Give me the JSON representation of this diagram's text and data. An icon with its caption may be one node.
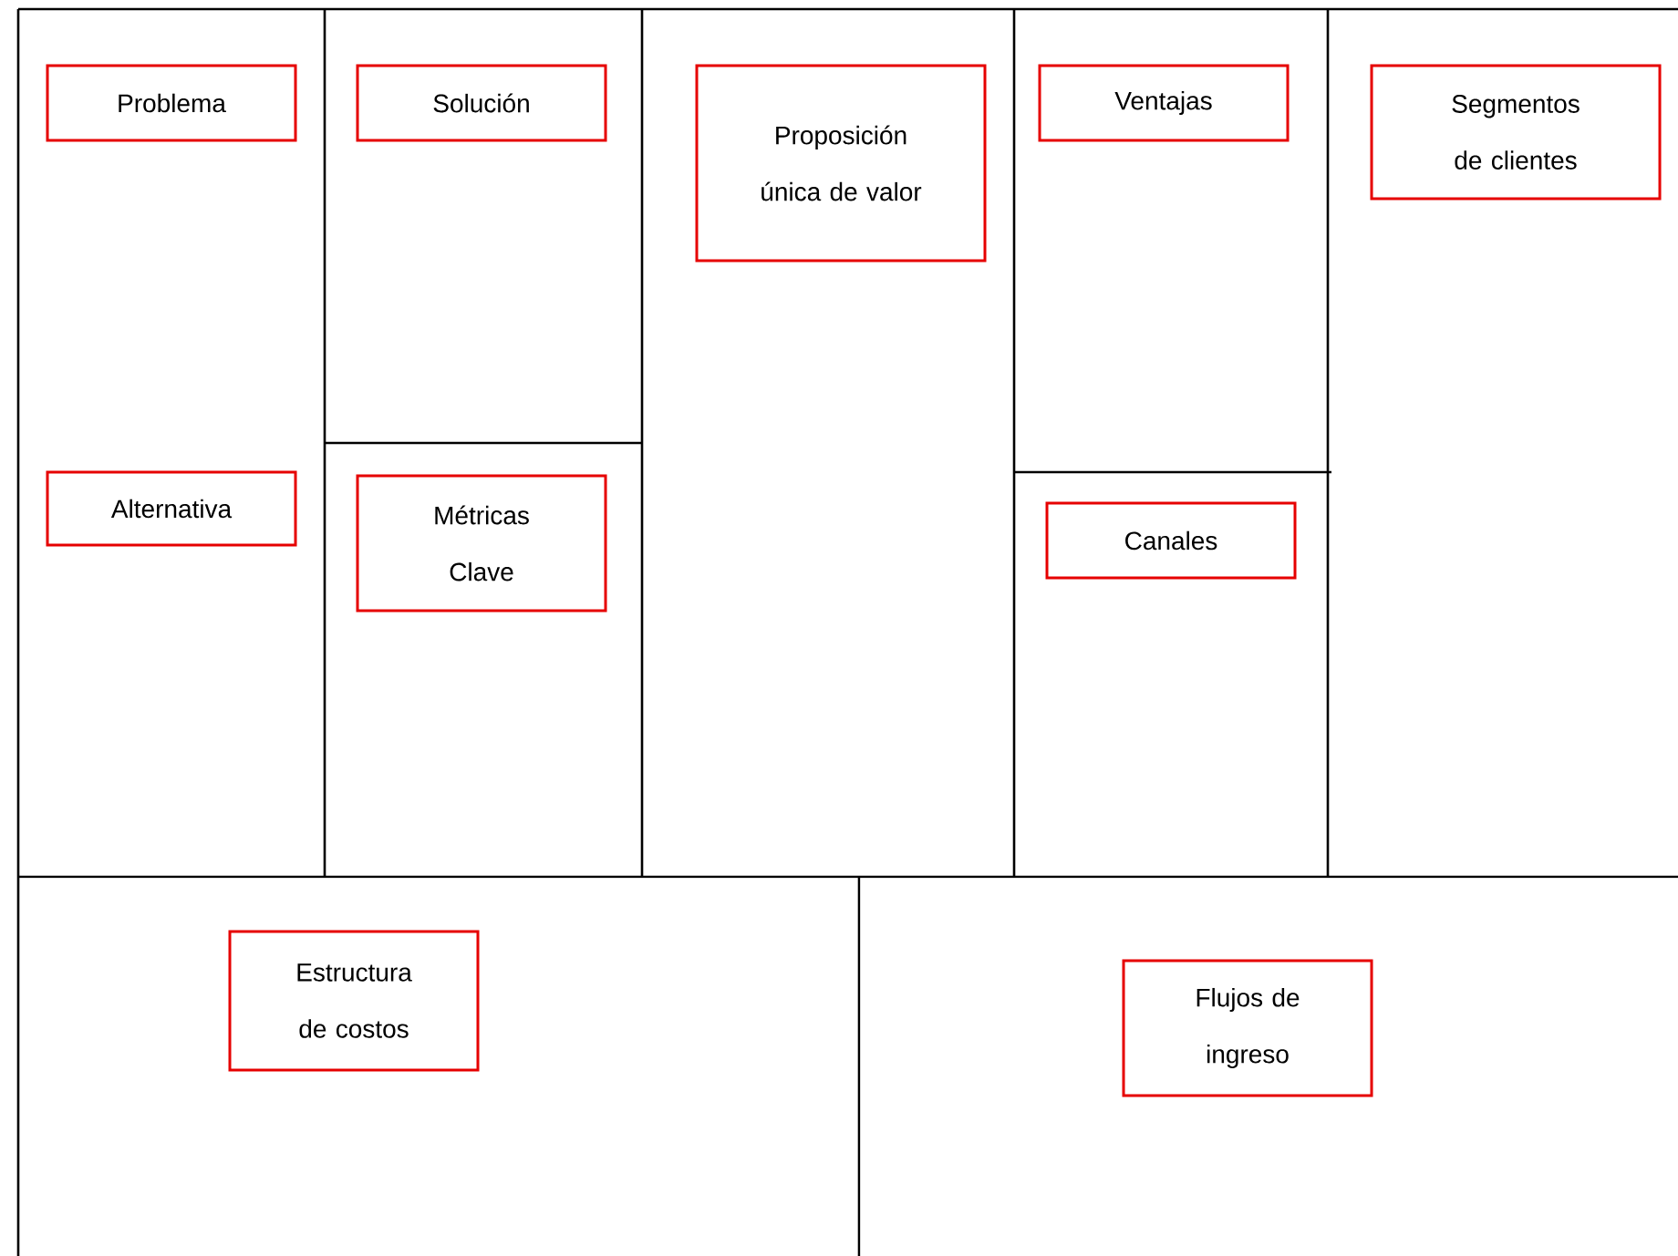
{
  "diagram": {
    "nodes": [
      {
        "text": [
          "Problema"
        ]
      },
      {
        "text": [
          "Solución"
        ]
      },
      {
        "text": [
          "Proposición única de valor"
        ]
      },
      {
        "text": [
          "Ventajas"
        ]
      },
      {
        "text": [
          "Segmentos de clientes"
        ]
      },
      {
        "text": [
          "Alternativa"
        ]
      },
      {
        "text": [
          "Métricas Clave"
        ]
      },
      {
        "text": [
          "Canales"
        ]
      },
      {
        "text": [
          "Estructura de costos"
        ]
      },
      {
        "text": [
          "Flujos de ingreso"
        ]
      }
    ]
  }
}
